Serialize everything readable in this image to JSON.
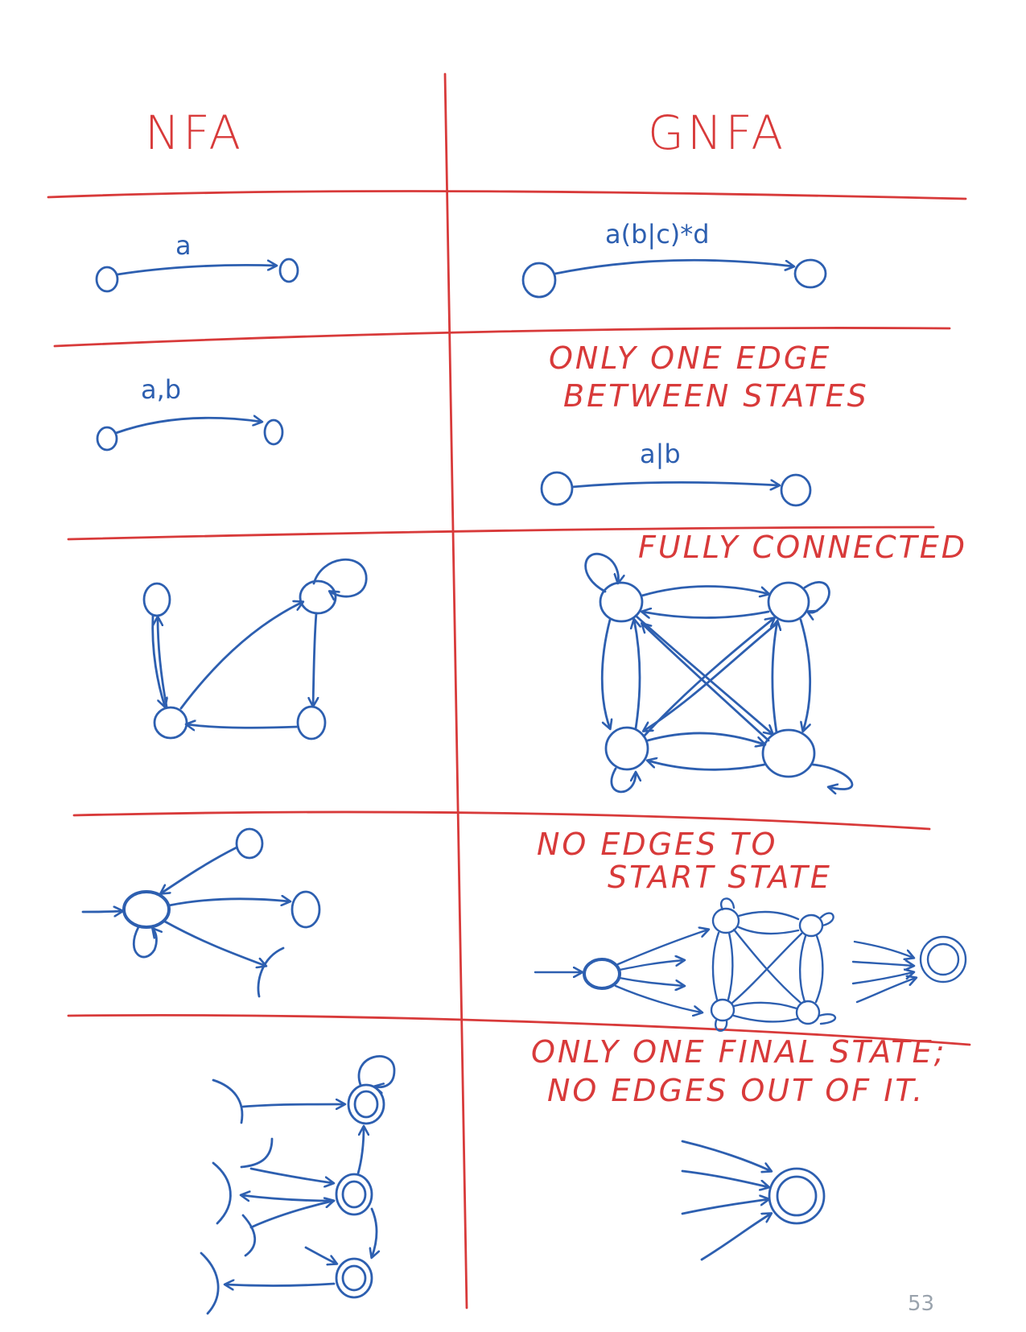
{
  "colors": {
    "ink": "#2d5fb0",
    "red": "#d83a3a",
    "pencil": "#9aa3ad",
    "paper": "#ffffff"
  },
  "headers": {
    "left": "NFA",
    "right": "GNFA"
  },
  "rows": [
    {
      "id": "single-edge",
      "nfa_label": "a",
      "gnfa_label": "a(b|c)*d"
    },
    {
      "id": "one-edge",
      "nfa_label": "a,b",
      "note_lines": [
        "ONLY ONE  EDGE",
        "BETWEEN  STATES"
      ],
      "gnfa_label": "a|b"
    },
    {
      "id": "fully-connected",
      "note_lines": [
        "FULLY CONNECTED"
      ]
    },
    {
      "id": "start-state",
      "note_lines": [
        "NO  EDGES  TO",
        "START  STATE"
      ]
    },
    {
      "id": "final-state",
      "note_lines": [
        "ONLY ONE  FINAL STATE;",
        "NO  EDGES  OUT OF IT."
      ]
    }
  ],
  "page_number": "53"
}
